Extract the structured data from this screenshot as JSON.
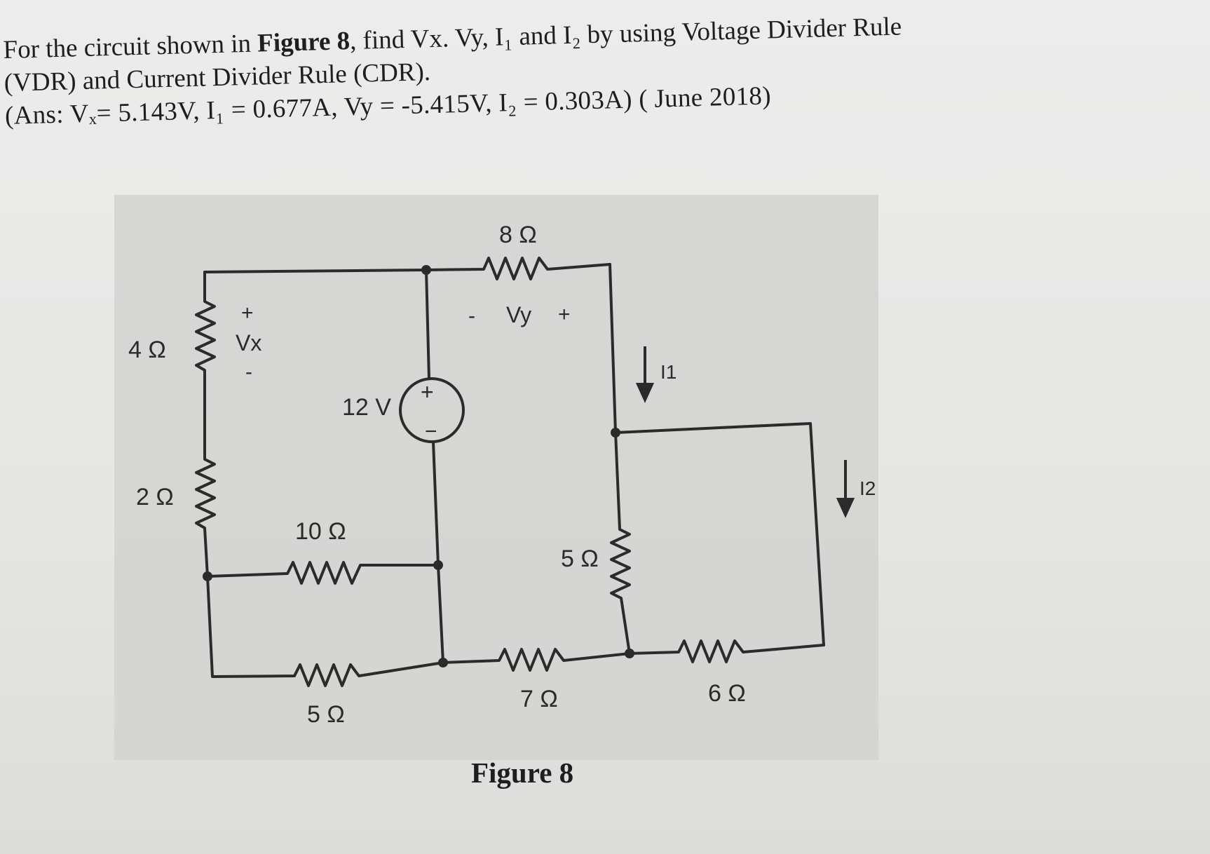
{
  "question": {
    "line1_pre": "For the circuit shown in ",
    "figure_ref": "Figure 8",
    "line1_post": ", find Vx. Vy, I₁ and I₂ by using Voltage Divider Rule",
    "line2": "(VDR) and Current Divider Rule (CDR).",
    "answer": "(Ans: Vₓ= 5.143V, I₁ = 0.677A, Vy = -5.415V, I₂ = 0.303A) ( June 2018)"
  },
  "circuit": {
    "r_top": "8 Ω",
    "r_left_upper": "4 Ω",
    "r_left_lower": "2 Ω",
    "r_mid_upper": "10 Ω",
    "r_mid_lower": "5 Ω",
    "r_bottom_mid": "7 Ω",
    "r_right_vertical": "5 Ω",
    "r_bottom_right": "6 Ω",
    "source": "12 V",
    "source_plus": "+",
    "source_minus": "−",
    "vx_label": "Vx",
    "vx_plus": "+",
    "vx_minus": "-",
    "vy_label": "Vy",
    "vy_plus": "+",
    "vy_minus": "-",
    "i1_label": "I1",
    "i2_label": "I2"
  },
  "caption": "Figure 8"
}
